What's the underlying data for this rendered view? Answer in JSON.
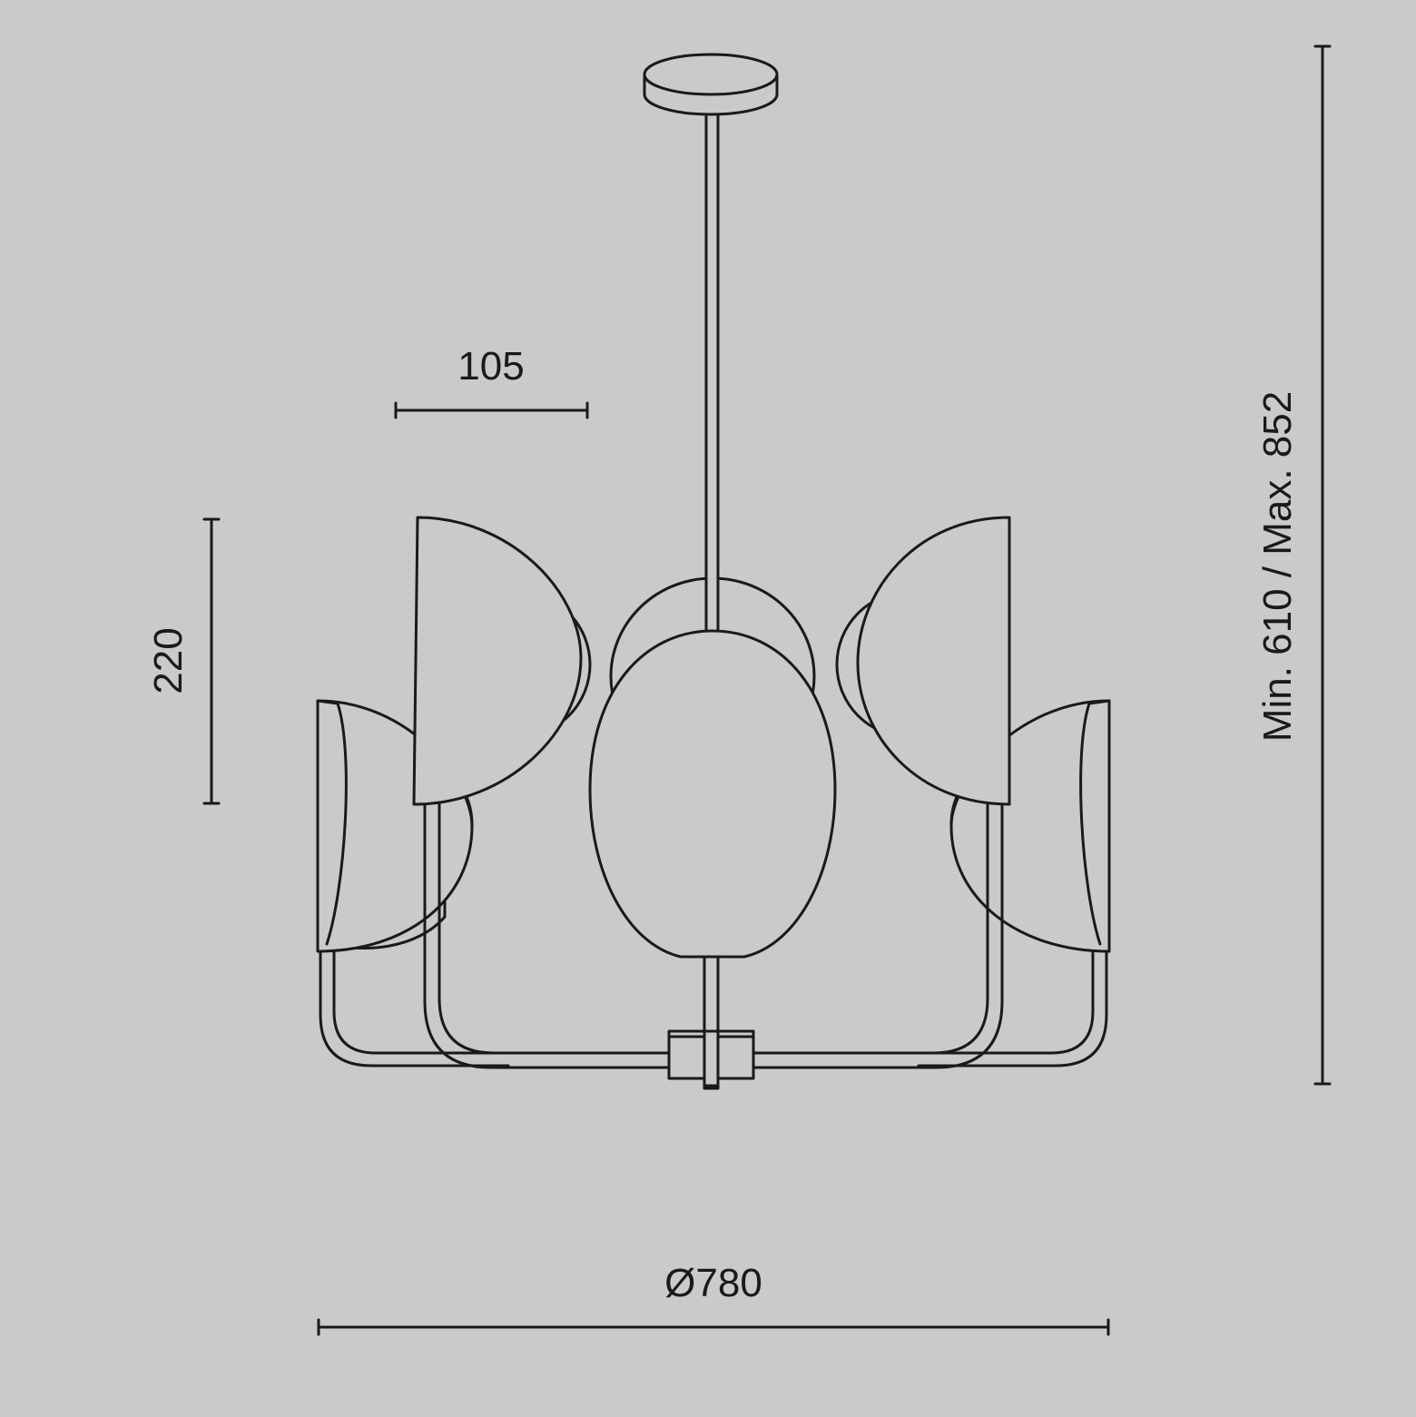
{
  "diagram": {
    "background_color": "#cacaca",
    "line_color": "#1a1a1a",
    "dimensions": {
      "shade_width": "105",
      "shade_height": "220",
      "diameter": "Ø780",
      "height_range": "Min. 610 / Max. 852"
    }
  }
}
